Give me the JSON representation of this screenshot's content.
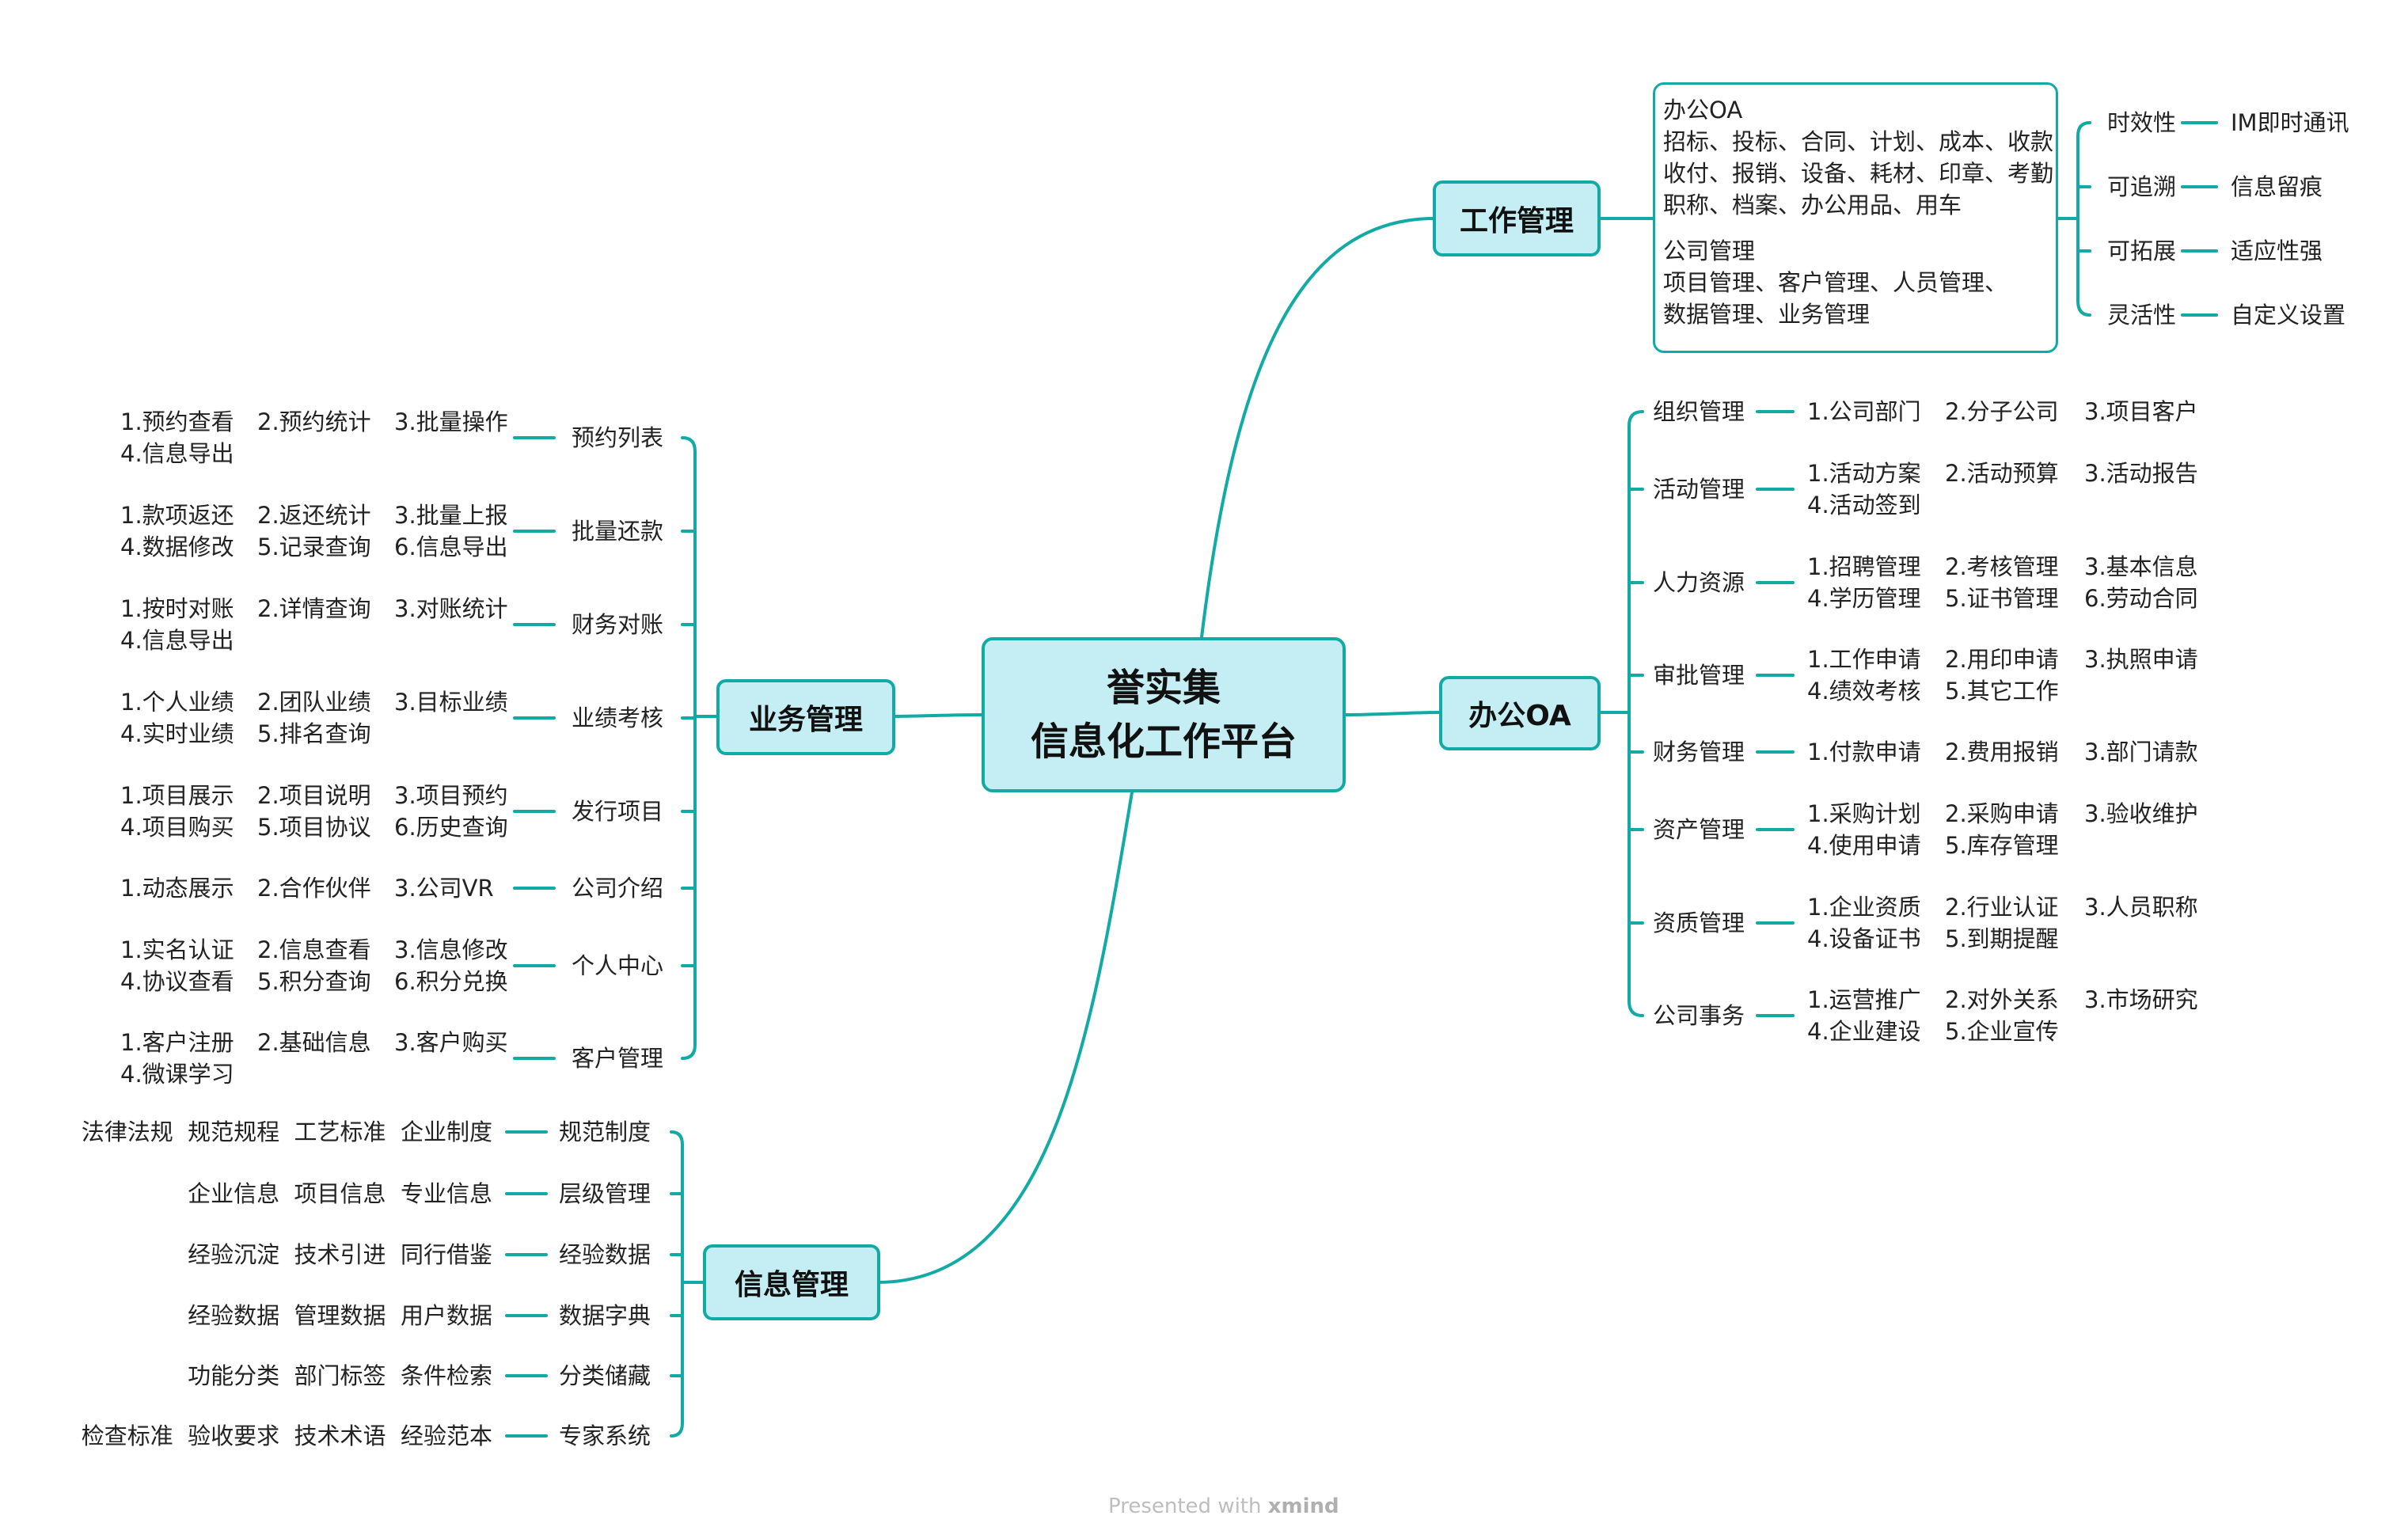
{
  "root": {
    "line1": "誉实集",
    "line2": "信息化工作平台"
  },
  "branches": {
    "work": "工作管理",
    "oa": "办公OA",
    "business": "业务管理",
    "info": "信息管理"
  },
  "work_box": {
    "line1": "办公OA",
    "line2": "招标、投标、合同、计划、成本、收款",
    "line3": "收付、报销、设备、耗材、印章、考勤",
    "line4": "职称、档案、办公用品、用车",
    "line5": "公司管理",
    "line6": "项目管理、客户管理、人员管理、",
    "line7": "数据管理、业务管理"
  },
  "work_props": [
    {
      "label": "时效性",
      "value": "IM即时通讯"
    },
    {
      "label": "可追溯",
      "value": "信息留痕"
    },
    {
      "label": "可拓展",
      "value": "适应性强"
    },
    {
      "label": "灵活性",
      "value": "自定义设置"
    }
  ],
  "oa_items": [
    {
      "label": "组织管理",
      "row1": [
        "1.公司部门",
        "2.分子公司",
        "3.项目客户"
      ],
      "row2": []
    },
    {
      "label": "活动管理",
      "row1": [
        "1.活动方案",
        "2.活动预算",
        "3.活动报告"
      ],
      "row2": [
        "4.活动签到"
      ]
    },
    {
      "label": "人力资源",
      "row1": [
        "1.招聘管理",
        "2.考核管理",
        "3.基本信息"
      ],
      "row2": [
        "4.学历管理",
        "5.证书管理",
        "6.劳动合同"
      ]
    },
    {
      "label": "审批管理",
      "row1": [
        "1.工作申请",
        "2.用印申请",
        "3.执照申请"
      ],
      "row2": [
        "4.绩效考核",
        "5.其它工作"
      ]
    },
    {
      "label": "财务管理",
      "row1": [
        "1.付款申请",
        "2.费用报销",
        "3.部门请款"
      ],
      "row2": []
    },
    {
      "label": "资产管理",
      "row1": [
        "1.采购计划",
        "2.采购申请",
        "3.验收维护"
      ],
      "row2": [
        "4.使用申请",
        "5.库存管理"
      ]
    },
    {
      "label": "资质管理",
      "row1": [
        "1.企业资质",
        "2.行业认证",
        "3.人员职称"
      ],
      "row2": [
        "4.设备证书",
        "5.到期提醒"
      ]
    },
    {
      "label": "公司事务",
      "row1": [
        "1.运营推广",
        "2.对外关系",
        "3.市场研究"
      ],
      "row2": [
        "4.企业建设",
        "5.企业宣传"
      ]
    }
  ],
  "business_items": [
    {
      "label": "预约列表",
      "row1": [
        "1.预约查看",
        "2.预约统计",
        "3.批量操作"
      ],
      "row2": [
        "4.信息导出"
      ]
    },
    {
      "label": "批量还款",
      "row1": [
        "1.款项返还",
        "2.返还统计",
        "3.批量上报"
      ],
      "row2": [
        "4.数据修改",
        "5.记录查询",
        "6.信息导出"
      ]
    },
    {
      "label": "财务对账",
      "row1": [
        "1.按时对账",
        "2.详情查询",
        "3.对账统计"
      ],
      "row2": [
        "4.信息导出"
      ]
    },
    {
      "label": "业绩考核",
      "row1": [
        "1.个人业绩",
        "2.团队业绩",
        "3.目标业绩"
      ],
      "row2": [
        "4.实时业绩",
        "5.排名查询"
      ]
    },
    {
      "label": "发行项目",
      "row1": [
        "1.项目展示",
        "2.项目说明",
        "3.项目预约"
      ],
      "row2": [
        "4.项目购买",
        "5.项目协议",
        "6.历史查询"
      ]
    },
    {
      "label": "公司介绍",
      "row1": [
        "1.动态展示",
        "2.合作伙伴",
        "3.公司VR"
      ],
      "row2": []
    },
    {
      "label": "个人中心",
      "row1": [
        "1.实名认证",
        "2.信息查看",
        "3.信息修改"
      ],
      "row2": [
        "4.协议查看",
        "5.积分查询",
        "6.积分兑换"
      ]
    },
    {
      "label": "客户管理",
      "row1": [
        "1.客户注册",
        "2.基础信息",
        "3.客户购买"
      ],
      "row2": [
        "4.微课学习"
      ]
    }
  ],
  "info_items": [
    {
      "label": "规范制度",
      "text": "法律法规  规范规程  工艺标准  企业制度"
    },
    {
      "label": "层级管理",
      "text": "企业信息  项目信息  专业信息"
    },
    {
      "label": "经验数据",
      "text": "经验沉淀  技术引进  同行借鉴"
    },
    {
      "label": "数据字典",
      "text": "经验数据  管理数据  用户数据"
    },
    {
      "label": "分类储藏",
      "text": "功能分类  部门标签  条件检索"
    },
    {
      "label": "专家系统",
      "text": "检查标准  验收要求  技术术语  经验范本"
    }
  ],
  "footer": {
    "prefix": "Presented with",
    "brand": "xmind"
  },
  "colors": {
    "line": "#12aaa5",
    "node_fill": "#c4eef3",
    "text": "#222222"
  }
}
